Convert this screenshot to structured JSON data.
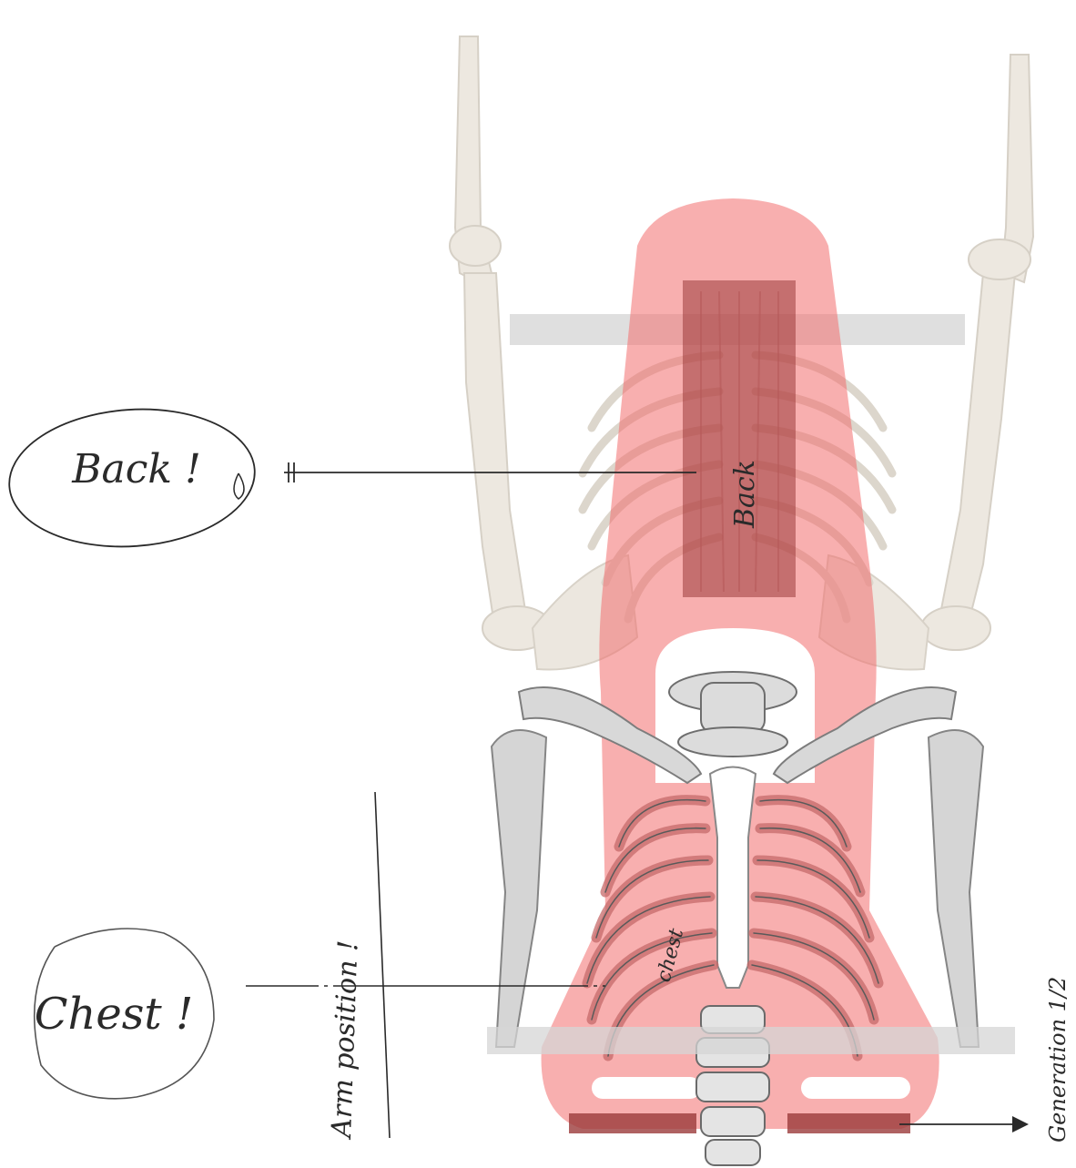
{
  "annotations": {
    "back_bubble": "Back !",
    "back_label": "Back",
    "chest_bubble": "Chest !",
    "chest_label": "chest",
    "vertical_note": "Arm position !",
    "side_note": "Generation 1/2"
  },
  "colors": {
    "bone": "#ede8e0",
    "bone_stroke": "#cfc9bf",
    "cage": "#d8d8d8",
    "cage_stroke": "#8a8a8a",
    "pad": "#f26d6d",
    "pad_dark": "#9b3b3b",
    "bar": "#d9d9d9",
    "ink": "#2a2a2a"
  }
}
